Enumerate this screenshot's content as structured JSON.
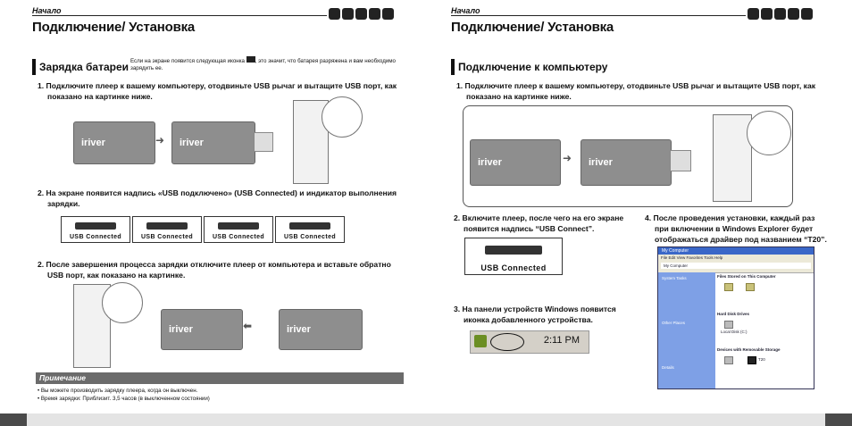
{
  "left_page": {
    "header_small": "Начало",
    "title": "Подключение/ Установка",
    "section_title": "Зарядка батареи",
    "section_note_1": "Если на экране появится следующая иконка",
    "section_note_2": ", это значит, что батарея разряжена и вам необходимо",
    "section_note_3": "зарядить ее.",
    "step1": "1. Подключите плеер к вашему компьютеру, отодвиньте USB рычаг и вытащите USB порт, как",
    "step1b": "показано на картинке ниже.",
    "step2": "2. На экране появится надпись «USB подключено» (USB Connected) и индикатор выполнения",
    "step2b": "зарядки.",
    "step3": "2. После завершения процесса зарядки отключите плеер от компьютера и вставьте обратно",
    "step3b": "USB порт, как показано на картинке.",
    "usb_label": "USB Connected",
    "player_brand": "iriver",
    "note_title": "Примечание",
    "note_1": "• Вы можете производить зарядку плеера, когда он выключен.",
    "note_2": "• Время зарядки: Приблизит. 3,5 часов (в выключенном состоянии)"
  },
  "right_page": {
    "header_small": "Начало",
    "title": "Подключение/ Установка",
    "section_title": "Подключение к компьютеру",
    "step1": "1. Подключите плеер к вашему компьютеру, отодвиньте USB рычаг и вытащите USB порт, как",
    "step1b": "показано на картинке ниже.",
    "step2": "2. Включите плеер, после чего на его экране",
    "step2b": "появится надпись “USB Connect”.",
    "usb_label": "USB Connected",
    "player_brand": "iriver",
    "step3": "3. На панели устройств Windows появится",
    "step3b": "иконка добавленного устройства.",
    "tray_time": "2:11 PM",
    "step4": "4. После проведения установки, каждый раз",
    "step4b": "при включении в Windows Explorer будет",
    "step4c": "отображаться драйвер под названием “T20”.",
    "explorer": {
      "title": "My Computer",
      "menu": [
        "File",
        "Edit",
        "View",
        "Favorites",
        "Tools",
        "Help"
      ],
      "address": "My Computer",
      "system_tasks": "System Tasks",
      "other_places": "Other Places",
      "details": "Details",
      "files_header": "Files Stored on This Computer",
      "hdd_header": "Hard Disk Drives",
      "removable_header": "Devices with Removable Storage",
      "local_disk": "Local Disk (C:)",
      "t20": "T20"
    }
  },
  "colors": {
    "note_bar": "#6b6b6b",
    "player": "#8e8e8e",
    "footer_cap": "#4a4a4a"
  }
}
